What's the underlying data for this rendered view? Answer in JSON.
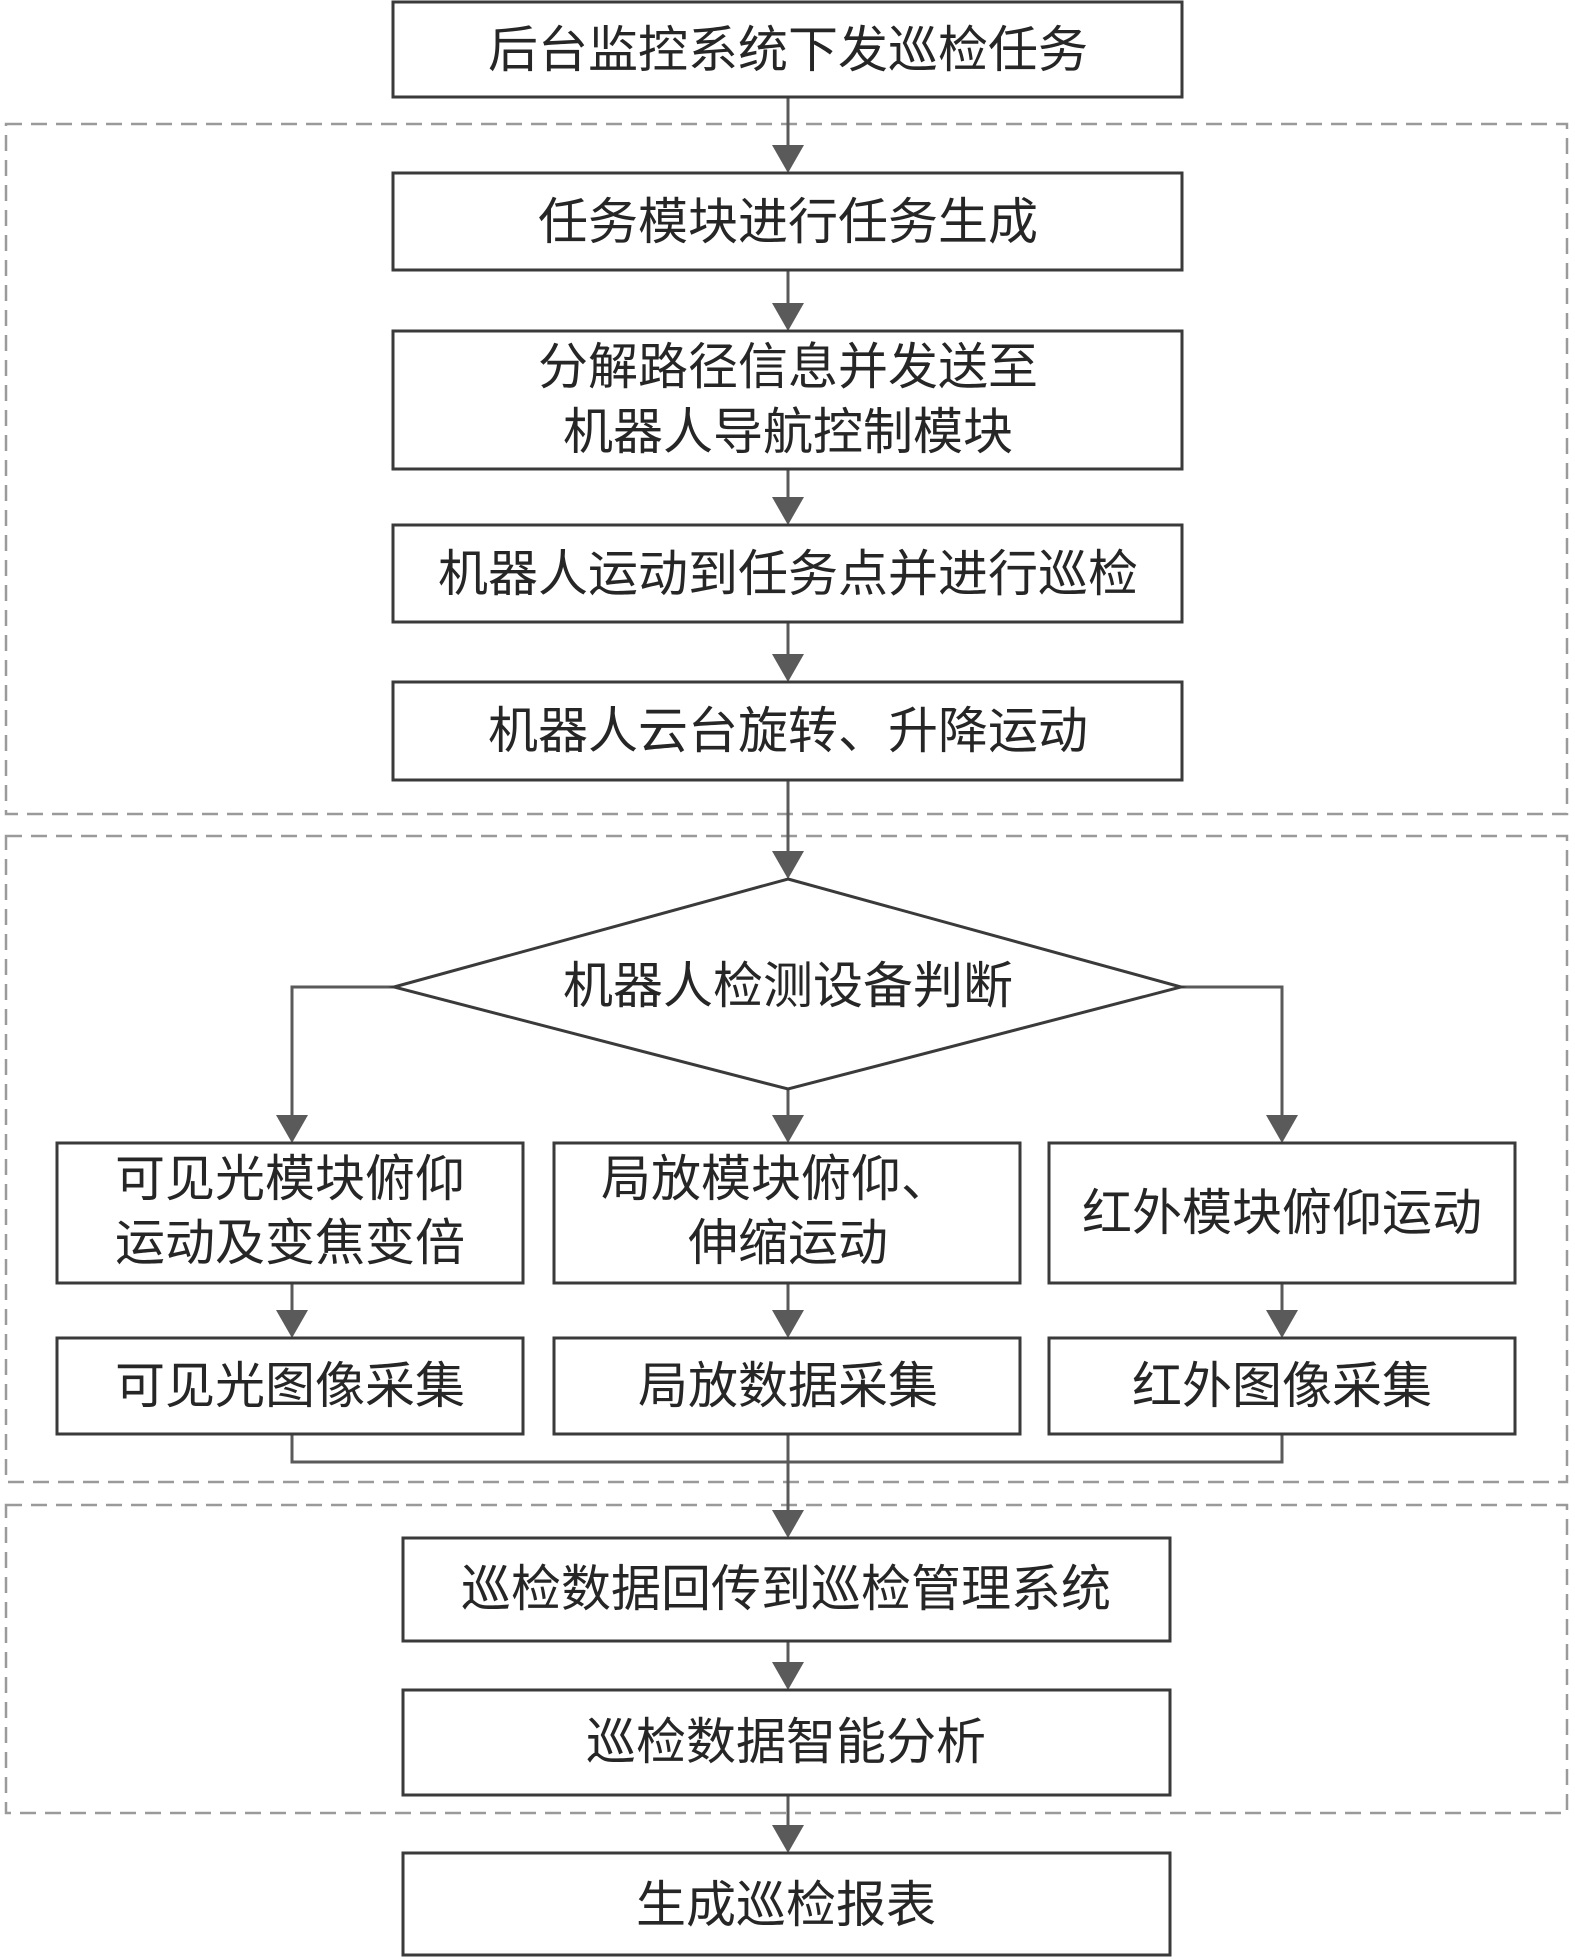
{
  "nodes": {
    "dispatch": {
      "lines": [
        "后台监控系统下发巡检任务"
      ]
    },
    "generate": {
      "lines": [
        "任务模块进行任务生成"
      ]
    },
    "decompose": {
      "lines": [
        "分解路径信息并发送至",
        "机器人导航控制模块"
      ]
    },
    "move": {
      "lines": [
        "机器人运动到任务点并进行巡检"
      ]
    },
    "ptz": {
      "lines": [
        "机器人云台旋转、升降运动"
      ]
    },
    "judge": {
      "lines": [
        "机器人检测设备判断"
      ]
    },
    "visible_motion": {
      "lines": [
        "可见光模块俯仰",
        "运动及变焦变倍"
      ]
    },
    "pd_motion": {
      "lines": [
        "局放模块俯仰、",
        "伸缩运动"
      ]
    },
    "ir_motion": {
      "lines": [
        "红外模块俯仰运动"
      ]
    },
    "visible_capture": {
      "lines": [
        "可见光图像采集"
      ]
    },
    "pd_capture": {
      "lines": [
        "局放数据采集"
      ]
    },
    "ir_capture": {
      "lines": [
        "红外图像采集"
      ]
    },
    "upload": {
      "lines": [
        "巡检数据回传到巡检管理系统"
      ]
    },
    "analyze": {
      "lines": [
        "巡检数据智能分析"
      ]
    },
    "report": {
      "lines": [
        "生成巡检报表"
      ]
    }
  }
}
